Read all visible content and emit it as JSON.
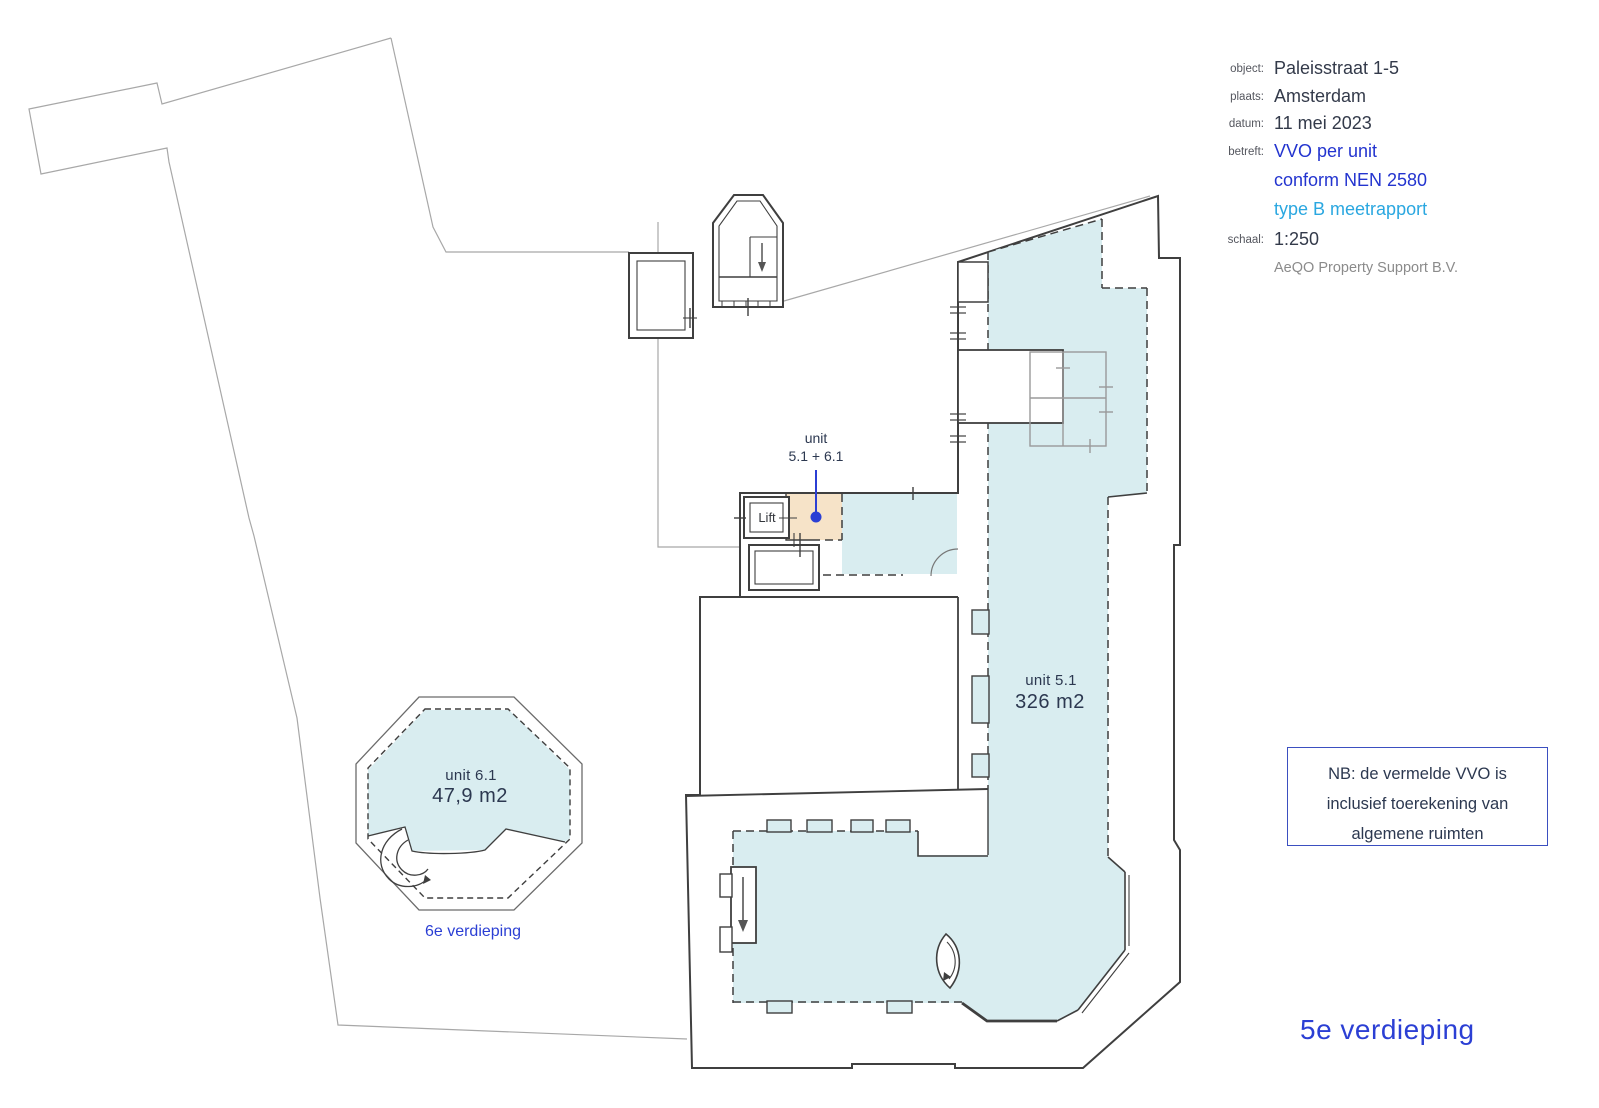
{
  "document": {
    "meta": {
      "rows": [
        {
          "label": "object:",
          "value": "Paleisstraat 1-5"
        },
        {
          "label": "plaats:",
          "value": "Amsterdam"
        },
        {
          "label": "datum:",
          "value": "11 mei 2023"
        },
        {
          "label": "betreft:",
          "value": "VVO per unit"
        },
        {
          "label": "",
          "value": "conform NEN 2580"
        },
        {
          "label": "",
          "value": "type B meetrapport"
        },
        {
          "label": "schaal:",
          "value": "1:250"
        },
        {
          "label": "",
          "value": "AeQO Property Support B.V."
        }
      ]
    },
    "note": {
      "lines": [
        "NB: de vermelde VVO is",
        "inclusief toerekening van",
        "algemene ruimten"
      ]
    },
    "floor_title": "5e verdieping"
  },
  "plan": {
    "unit_51": {
      "name": "unit 5.1",
      "area": "326 m2"
    },
    "unit_61": {
      "name": "unit 6.1",
      "area": "47,9 m2"
    },
    "callout": {
      "line1": "unit",
      "line2": "5.1 + 6.1"
    },
    "lift_label": "Lift",
    "tower_floor_label": "6e verdieping"
  },
  "colors": {
    "unit_fill": "#d9edf0",
    "lobby_fill": "#f6e3c8",
    "accent_blue": "#2b3fd4",
    "link_blue": "#2334cf",
    "cyan_text": "#2aa7e0",
    "outline_dark": "#3f3f3f",
    "outline_gray": "#a6a6a6"
  }
}
